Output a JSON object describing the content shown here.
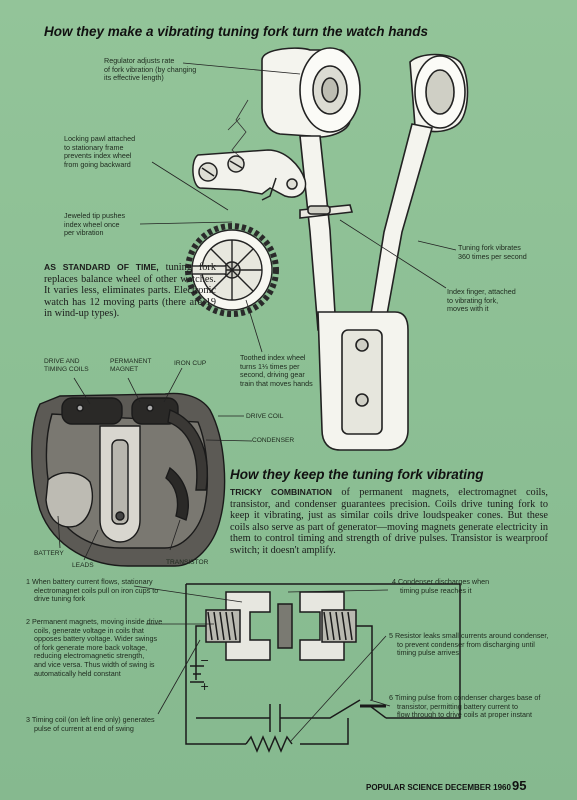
{
  "headings": {
    "top": "How they make a vibrating tuning fork turn the watch hands",
    "middle": "How they keep the tuning fork vibrating"
  },
  "fork_labels": {
    "regulator": [
      "Regulator adjusts rate",
      "of fork vibration (by changing",
      "its effective length)"
    ],
    "pawl": [
      "Locking pawl attached",
      "to stationary frame",
      "prevents index wheel",
      "from going backward"
    ],
    "jewel": [
      "Jeweled tip pushes",
      "index wheel once",
      "per vibration"
    ],
    "vibrates": [
      "Tuning fork vibrates",
      "360 times per second"
    ],
    "finger": [
      "Index finger, attached",
      "to vibrating fork,",
      "moves with it"
    ],
    "wheel": [
      "Toothed index wheel",
      "turns 1⅓ times per",
      "second, driving gear",
      "train that moves hands"
    ]
  },
  "standard": {
    "lead": "AS STANDARD OF TIME,",
    "text": "tuning fork replaces balance wheel of other watches. It varies less, eliminates parts. Electronic watch has 12 moving parts (there are 19 in wind-up types)."
  },
  "movement_labels": {
    "drive_timing": [
      "DRIVE AND",
      "TIMING COILS"
    ],
    "permanent": [
      "PERMANENT",
      "MAGNET"
    ],
    "iron_cup": "IRON CUP",
    "drive_coil": "DRIVE COIL",
    "condenser": "CONDENSER",
    "battery": "BATTERY",
    "leads": "LEADS",
    "transistor": "TRANSISTOR"
  },
  "tricky": {
    "lead": "TRICKY COMBINATION",
    "text": "of permanent magnets, electromagnet coils, transistor, and condenser guarantees precision. Coils drive tuning fork to keep it vibrating, just as similar coils drive loudspeaker cones. But these coils also serve as part of generator—moving magnets generate electricity in them to control timing and strength of drive pulses. Transistor is wearproof switch; it doesn't amplify."
  },
  "steps": {
    "s1": [
      "1  When battery current flows, stationary",
      "electromagnet coils pull on iron cups to",
      "drive tuning fork"
    ],
    "s2": [
      "2  Permanent magnets, moving inside drive",
      "coils, generate voltage in coils that",
      "opposes battery voltage. Wider swings",
      "of fork generate more back voltage,",
      "reducing electromagnetic strength,",
      "and vice versa. Thus width of swing is",
      "automatically held constant"
    ],
    "s3": [
      "3  Timing coil (on left line only) generates",
      "pulse of current at end of swing"
    ],
    "s4": [
      "4  Condenser discharges when",
      "timing pulse reaches it"
    ],
    "s5": [
      "5  Resistor leaks small currents around condenser,",
      "to prevent condenser from discharging until",
      "timing pulse arrives"
    ],
    "s6": [
      "6  Timing pulse from condenser charges base of",
      "transistor, permitting battery current to",
      "flow through to drive coils at proper instant"
    ]
  },
  "footer": {
    "text": "POPULAR SCIENCE DECEMBER 1960",
    "page": "95"
  }
}
